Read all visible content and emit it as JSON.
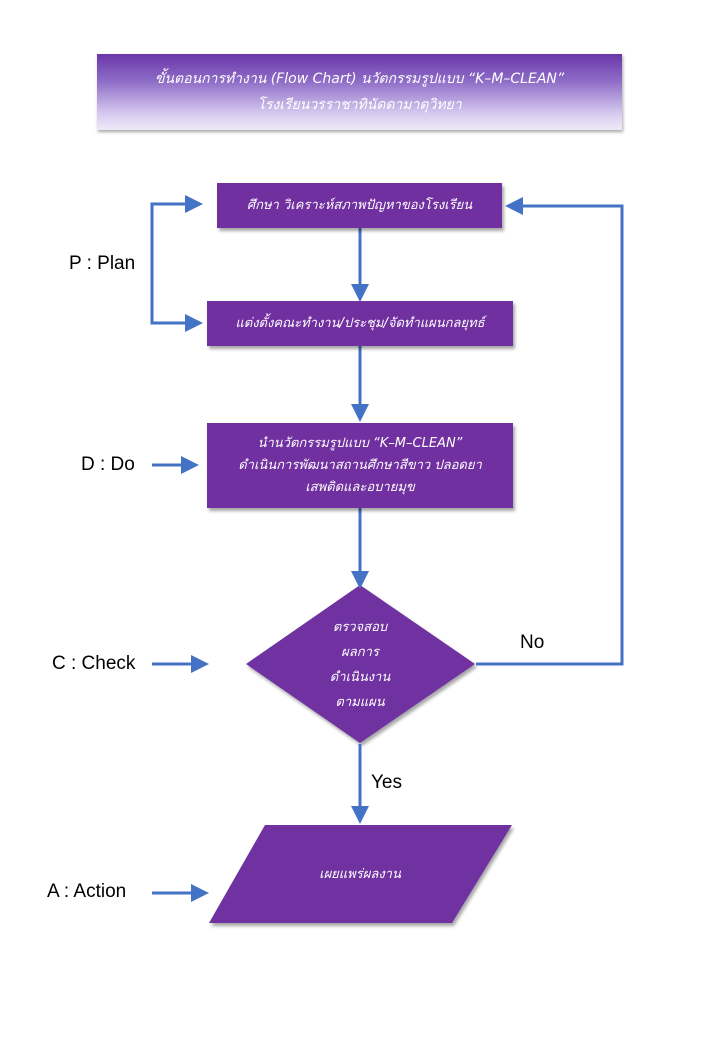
{
  "title": {
    "line1": "ขั้นตอนการทำงาน (Flow Chart) นวัตกรรมรูปแบบ “K–M–CLEAN”",
    "line2": "โรงเรียนวรราชาทินัดดามาตุวิทยา"
  },
  "steps": {
    "study": "ศึกษา วิเคราะห์สภาพปัญหาของโรงเรียน",
    "appoint": "แต่งตั้งคณะทำงาน/ประชุม/จัดทำแผนกลยุทธ์",
    "implement": {
      "line1": "นำนวัตกรรมรูปแบบ “K–M–CLEAN”",
      "line2": "ดำเนินการพัฒนาสถานศึกษาสีขาว ปลอดยา",
      "line3": "เสพติดและอบายมุข"
    },
    "check": {
      "line1": "ตรวจสอบ",
      "line2": "ผลการ",
      "line3": "ดำเนินงาน",
      "line4": "ตามแผน"
    },
    "publish": "เผยแพร่ผลงาน"
  },
  "labels": {
    "plan": "P : Plan",
    "do": "D : Do",
    "check": "C : Check",
    "action": "A : Action",
    "no": "No",
    "yes": "Yes"
  },
  "colors": {
    "box_fill": "#7030a0",
    "arrow": "#4472c4"
  }
}
